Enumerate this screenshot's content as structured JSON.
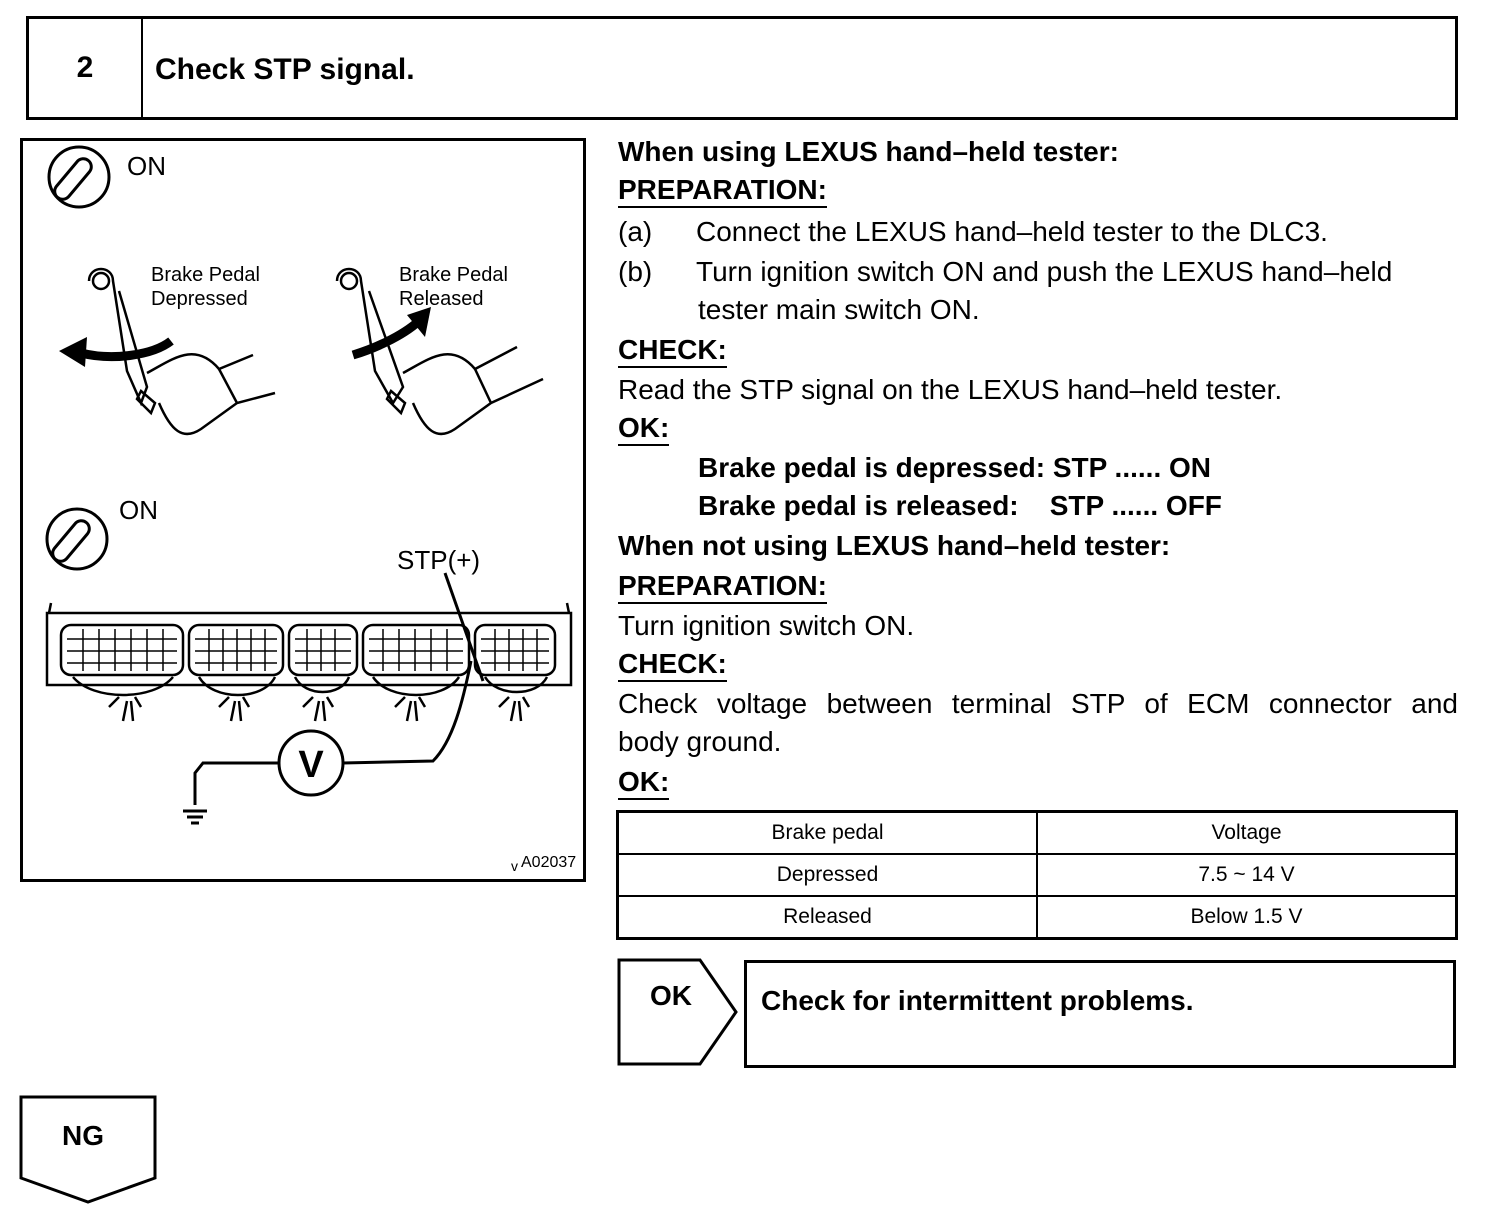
{
  "header": {
    "step_number": "2",
    "title": "Check STP signal."
  },
  "figure": {
    "switch_top_label": "ON",
    "switch_bottom_label": "ON",
    "pedal_depressed_label_1": "Brake Pedal",
    "pedal_depressed_label_2": "Depressed",
    "pedal_released_label_1": "Brake Pedal",
    "pedal_released_label_2": "Released",
    "terminal_label": "STP(+)",
    "meter_symbol": "V",
    "figure_code": "A02037",
    "figure_prefix": "v"
  },
  "instructions": {
    "tester_heading": "When using LEXUS hand–held tester:",
    "prep_heading_1": "PREPARATION:",
    "step_a_label": "(a)",
    "step_a_text": "Connect the LEXUS hand–held tester to the DLC3.",
    "step_b_label": "(b)",
    "step_b_text": "Turn ignition switch ON and push the LEXUS hand–held",
    "step_b_text_2": "tester main switch ON.",
    "check_heading_1": "CHECK:",
    "check_text_1": "Read the STP signal on the LEXUS hand–held tester.",
    "ok_heading_1": "OK:",
    "ok_line_1": "Brake pedal is depressed: STP ...... ON",
    "ok_line_2": "Brake pedal is released:    STP ...... OFF",
    "no_tester_heading": "When not using LEXUS hand–held tester:",
    "prep_heading_2": "PREPARATION:",
    "prep_text_2": "Turn ignition switch ON.",
    "check_heading_2": "CHECK:",
    "check_text_2a": "Check voltage between terminal STP of ECM connector and",
    "check_text_2b": "body ground.",
    "ok_heading_2": "OK:"
  },
  "table": {
    "headers": [
      "Brake pedal",
      "Voltage"
    ],
    "rows": [
      [
        "Depressed",
        "7.5 ~ 14 V"
      ],
      [
        "Released",
        "Below 1.5 V"
      ]
    ]
  },
  "result": {
    "ok_label": "OK",
    "ok_text": "Check for intermittent problems.",
    "ng_label": "NG"
  }
}
